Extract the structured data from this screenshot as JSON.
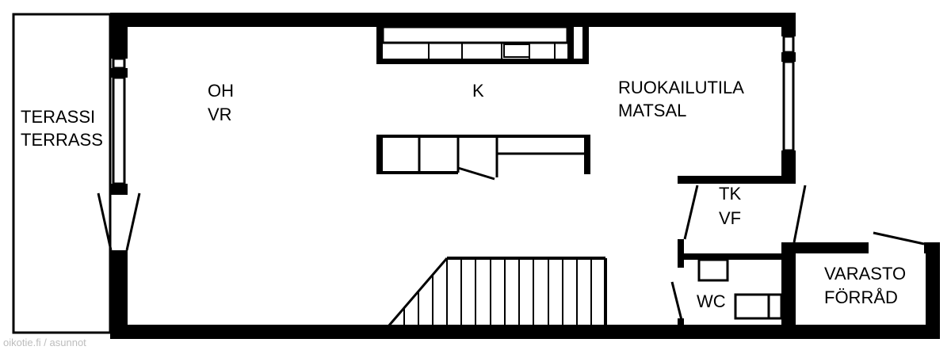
{
  "rooms": {
    "terrace": {
      "line1": "TERASSI",
      "line2": "TERRASS"
    },
    "living": {
      "line1": "OH",
      "line2": "VR"
    },
    "kitchen": {
      "line1": "K"
    },
    "dining": {
      "line1": "RUOKAILUTILA",
      "line2": "MATSAL"
    },
    "closet": {
      "line1": "TK",
      "line2": "VF"
    },
    "wc": {
      "line1": "WC"
    },
    "storage": {
      "line1": "VARASTO",
      "line2": "FÖRRÅD"
    }
  },
  "watermark": "oikotie.fi / asunnot",
  "colors": {
    "wall": "#000000",
    "background": "#ffffff"
  }
}
